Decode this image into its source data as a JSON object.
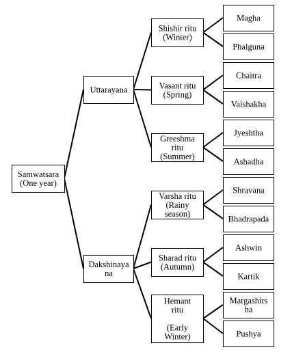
{
  "tree": {
    "root": {
      "lines": [
        "Samwatsara",
        "(One year)"
      ]
    },
    "halves": [
      {
        "lines": [
          "Uttarayana"
        ],
        "seasons": [
          {
            "lines": [
              "Shishir ritu",
              "(Winter)"
            ],
            "months": [
              {
                "lines": [
                  "Magha"
                ]
              },
              {
                "lines": [
                  "Phalguna"
                ]
              }
            ]
          },
          {
            "lines": [
              "Vasant ritu",
              "(Spring)"
            ],
            "months": [
              {
                "lines": [
                  "Chaitra"
                ]
              },
              {
                "lines": [
                  "Vaishakha"
                ]
              }
            ]
          },
          {
            "lines": [
              "Greeshma",
              "ritu",
              "(Summer)"
            ],
            "months": [
              {
                "lines": [
                  "Jyeshtha"
                ]
              },
              {
                "lines": [
                  "Ashadha"
                ]
              }
            ]
          }
        ]
      },
      {
        "lines": [
          "Dakshinaya",
          "na"
        ],
        "seasons": [
          {
            "lines": [
              "Varsha ritu",
              "(Rainy",
              "season)"
            ],
            "months": [
              {
                "lines": [
                  "Shravana"
                ]
              },
              {
                "lines": [
                  "Bhadrapada"
                ]
              }
            ]
          },
          {
            "lines": [
              "Sharad ritu",
              "(Autumn)"
            ],
            "months": [
              {
                "lines": [
                  "Ashwin"
                ]
              },
              {
                "lines": [
                  "Kartik"
                ]
              }
            ]
          },
          {
            "lines": [
              "Hemant",
              "ritu",
              "",
              "(Early",
              "Winter)"
            ],
            "months": [
              {
                "lines": [
                  "Margashirs",
                  "ha"
                ]
              },
              {
                "lines": [
                  "Pushya"
                ]
              }
            ]
          }
        ]
      }
    ]
  }
}
